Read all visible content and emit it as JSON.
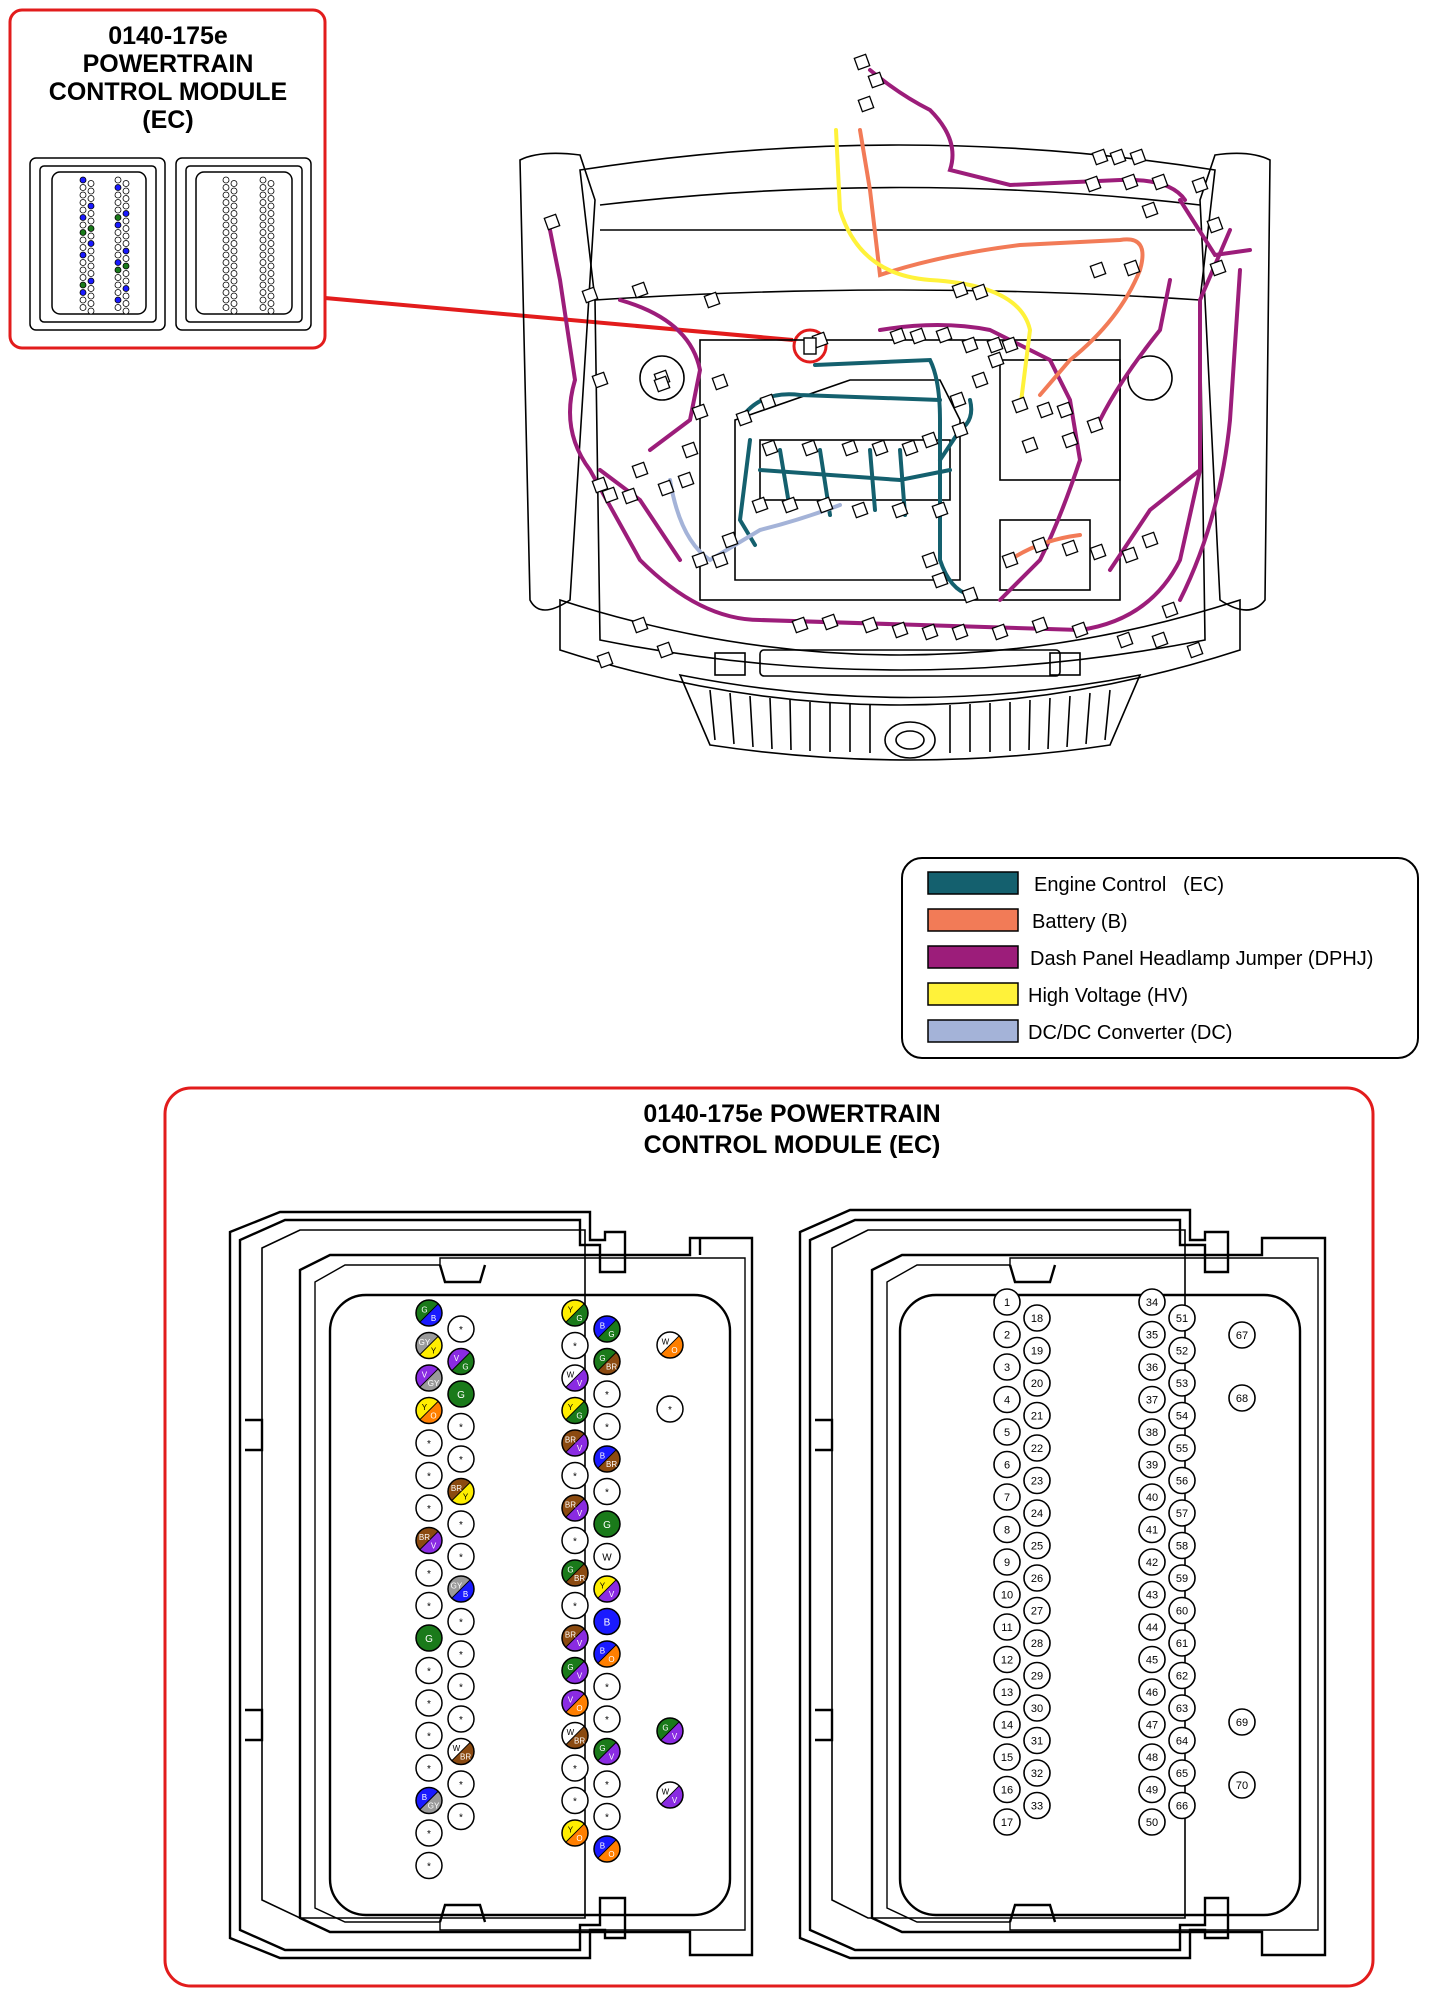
{
  "callout": {
    "title_lines": [
      "0140-175e",
      "POWERTRAIN",
      "CONTROL MODULE",
      "(EC)"
    ]
  },
  "legend": {
    "items": [
      {
        "label": "Engine Control   (EC)",
        "color": "#14606e"
      },
      {
        "label": "Battery (B)",
        "color": "#f27b57"
      },
      {
        "label": "Dash Panel Headlamp Jumper (DPHJ)",
        "color": "#9c1d7a"
      },
      {
        "label": "High Voltage (HV)",
        "color": "#fff23a"
      },
      {
        "label": "DC/DC Converter (DC)",
        "color": "#a4b3d8"
      }
    ]
  },
  "connector_panel": {
    "title_lines": [
      "0140-175e POWERTRAIN",
      "CONTROL MODULE (EC)"
    ]
  },
  "wire_colors": {
    "B": "#1a1aff",
    "G": "#1a7a1a",
    "V": "#8a2be2",
    "Y": "#ffee00",
    "O": "#ff7f00",
    "BR": "#8b4a10",
    "W": "#ffffff",
    "GY": "#9a9a9a",
    "R": "#e01010"
  },
  "left_connector": {
    "col_a": [
      [
        "G",
        "B"
      ],
      [
        "GY",
        "Y"
      ],
      [
        "V",
        "GY"
      ],
      [
        "Y",
        "O"
      ],
      [
        "*"
      ],
      [
        "*"
      ],
      [
        "*"
      ],
      [
        "BR",
        "V"
      ],
      [
        "*"
      ],
      [
        "*"
      ],
      [
        "G"
      ],
      [
        "*"
      ],
      [
        "*"
      ],
      [
        "*"
      ],
      [
        "*"
      ],
      [
        "B",
        "GY"
      ],
      [
        "*"
      ],
      [
        "*"
      ]
    ],
    "col_b": [
      [
        "*"
      ],
      [
        "V",
        "G"
      ],
      [
        "G"
      ],
      [
        "*"
      ],
      [
        "*"
      ],
      [
        "BR",
        "Y"
      ],
      [
        "*"
      ],
      [
        "*"
      ],
      [
        "GY",
        "B"
      ],
      [
        "*"
      ],
      [
        "*"
      ],
      [
        "*"
      ],
      [
        "*"
      ],
      [
        "W",
        "BR"
      ],
      [
        "*"
      ],
      [
        "*"
      ]
    ],
    "col_c": [
      [
        "Y",
        "G"
      ],
      [
        "*"
      ],
      [
        "W",
        "V"
      ],
      [
        "Y",
        "G"
      ],
      [
        "BR",
        "V"
      ],
      [
        "*"
      ],
      [
        "BR",
        "V"
      ],
      [
        "*"
      ],
      [
        "G",
        "BR"
      ],
      [
        "*"
      ],
      [
        "BR",
        "V"
      ],
      [
        "G",
        "V"
      ],
      [
        "V",
        "O"
      ],
      [
        "W",
        "BR"
      ],
      [
        "*"
      ],
      [
        "*"
      ],
      [
        "Y",
        "O"
      ]
    ],
    "col_d": [
      [
        "B",
        "G"
      ],
      [
        "G",
        "BR"
      ],
      [
        "*"
      ],
      [
        "*"
      ],
      [
        "B",
        "BR"
      ],
      [
        "*"
      ],
      [
        "G"
      ],
      [
        "W"
      ],
      [
        "Y",
        "V"
      ],
      [
        "B"
      ],
      [
        "B",
        "O"
      ],
      [
        "*"
      ],
      [
        "*"
      ],
      [
        "G",
        "V"
      ],
      [
        "*"
      ],
      [
        "*"
      ],
      [
        "B",
        "O"
      ]
    ],
    "singles_top": [
      [
        "W",
        "O"
      ],
      [
        "*"
      ]
    ],
    "singles_bottom": [
      [
        "G",
        "V"
      ],
      [
        "W",
        "V"
      ]
    ]
  },
  "right_connector": {
    "col_a": [
      "1",
      "2",
      "3",
      "4",
      "5",
      "6",
      "7",
      "8",
      "9",
      "10",
      "11",
      "12",
      "13",
      "14",
      "15",
      "16",
      "17"
    ],
    "col_b": [
      "18",
      "19",
      "20",
      "21",
      "22",
      "23",
      "24",
      "25",
      "26",
      "27",
      "28",
      "29",
      "30",
      "31",
      "32",
      "33"
    ],
    "col_c": [
      "34",
      "35",
      "36",
      "37",
      "38",
      "39",
      "40",
      "41",
      "42",
      "43",
      "44",
      "45",
      "46",
      "47",
      "48",
      "49",
      "50"
    ],
    "col_d": [
      "51",
      "52",
      "53",
      "54",
      "55",
      "56",
      "57",
      "58",
      "59",
      "60",
      "61",
      "62",
      "63",
      "64",
      "65",
      "66"
    ],
    "singles_top": [
      "67",
      "68"
    ],
    "singles_bottom": [
      "69",
      "70"
    ]
  }
}
